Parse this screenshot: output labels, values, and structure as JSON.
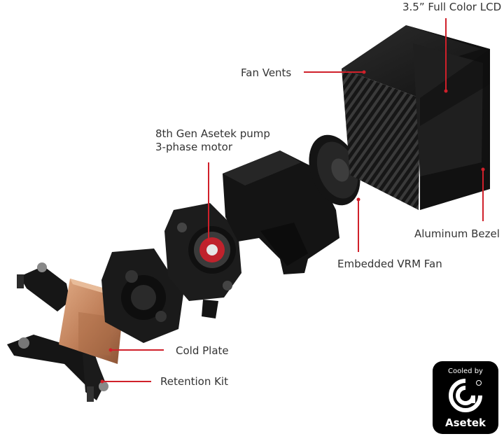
{
  "labels": {
    "lcd": "3.5” Full Color LCD",
    "fan_vents": "Fan Vents",
    "pump_line1": "8th Gen Asetek pump",
    "pump_line2": "3-phase motor",
    "bezel": "Aluminum Bezel",
    "vrm_fan": "Embedded VRM Fan",
    "cold_plate": "Cold Plate",
    "retention_kit": "Retention Kit"
  },
  "badge": {
    "cooled_by": "Cooled by",
    "brand": "Asetek"
  },
  "colors": {
    "leader_line": "#d0202a",
    "badge_bg": "#000000",
    "copper": "#c4845a",
    "dark_part": "#1c1c1c"
  }
}
